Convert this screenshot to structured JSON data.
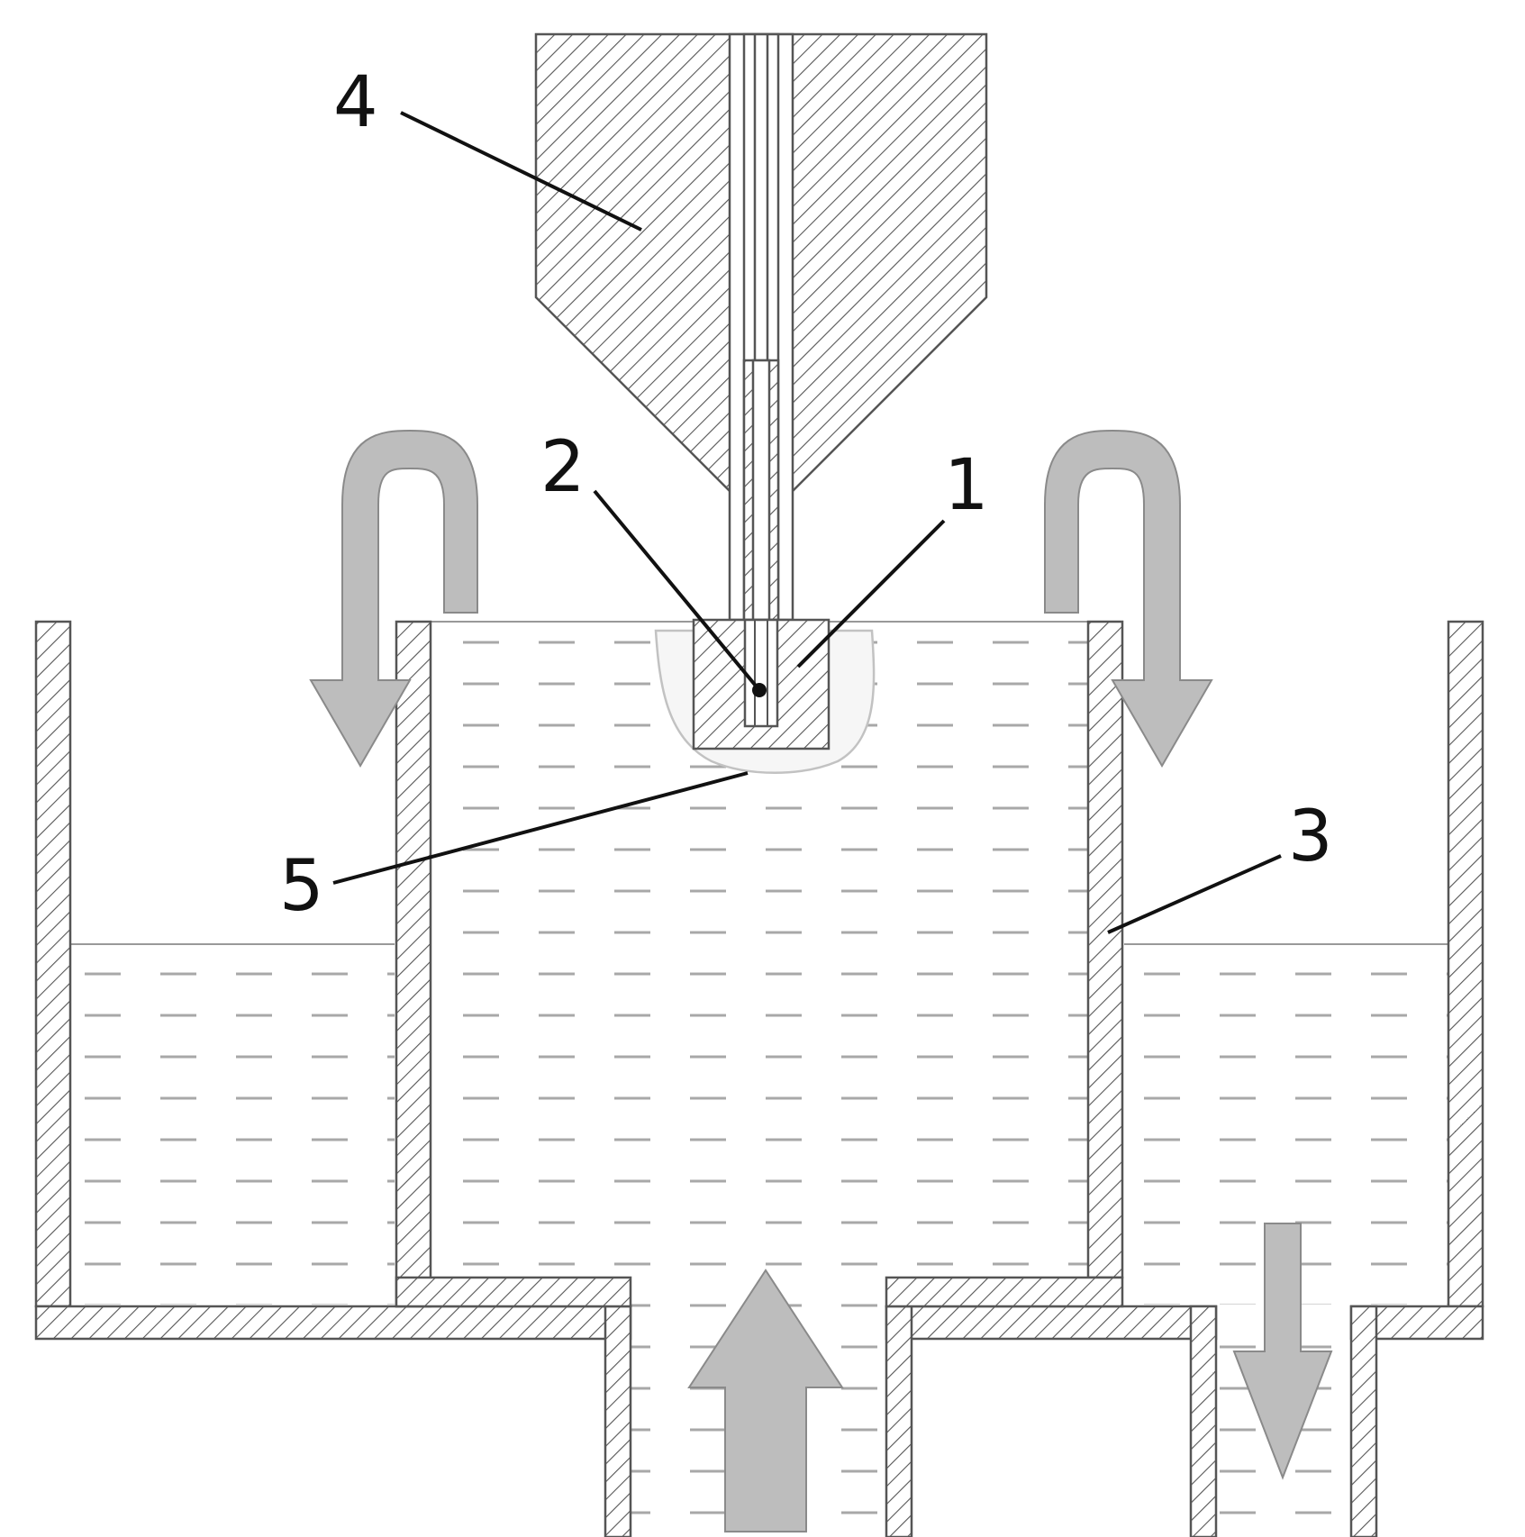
{
  "labels": {
    "l1": "1",
    "l2": "2",
    "l3": "3",
    "l4": "4",
    "l5": "5"
  },
  "colors": {
    "outline": "#555555",
    "hatch": "#555555",
    "fluid_dash": "#a8a8a8",
    "arrow_fill": "#bdbdbd",
    "arrow_stroke": "#8a8a8a",
    "leader": "#111111",
    "background": "#ffffff"
  }
}
